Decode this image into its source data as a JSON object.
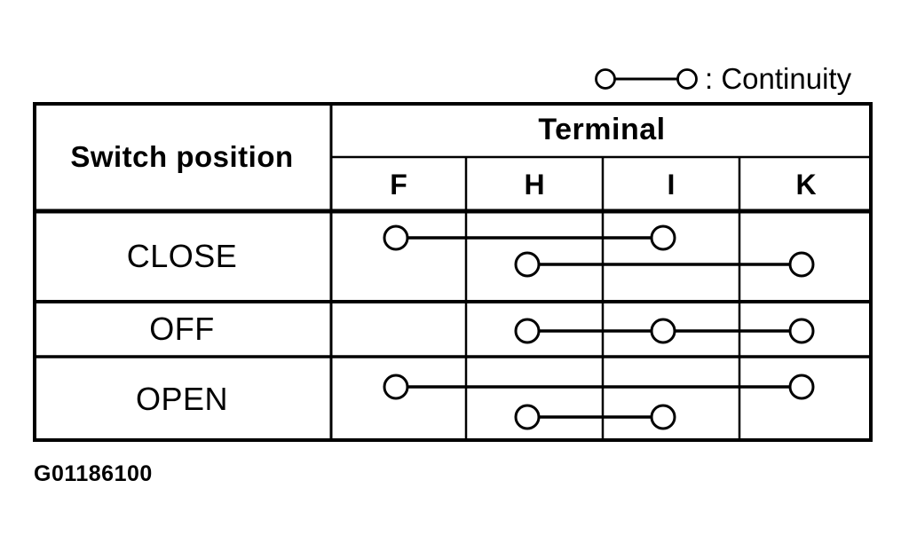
{
  "page": {
    "background": "#ffffff",
    "ink": "#000000"
  },
  "legend": {
    "icon": "continuity-icon",
    "label": ": Continuity"
  },
  "figure_id": "G01186100",
  "table": {
    "corner_header": "Switch position",
    "group_header": "Terminal",
    "terminals": [
      "F",
      "H",
      "I",
      "K"
    ],
    "rows": [
      {
        "position": "CLOSE",
        "connections": [
          [
            "F",
            "I"
          ],
          [
            "H",
            "K"
          ]
        ]
      },
      {
        "position": "OFF",
        "connections": [
          [
            "H",
            "I",
            "K"
          ]
        ]
      },
      {
        "position": "OPEN",
        "connections": [
          [
            "F",
            "K"
          ],
          [
            "H",
            "I"
          ]
        ]
      }
    ]
  }
}
